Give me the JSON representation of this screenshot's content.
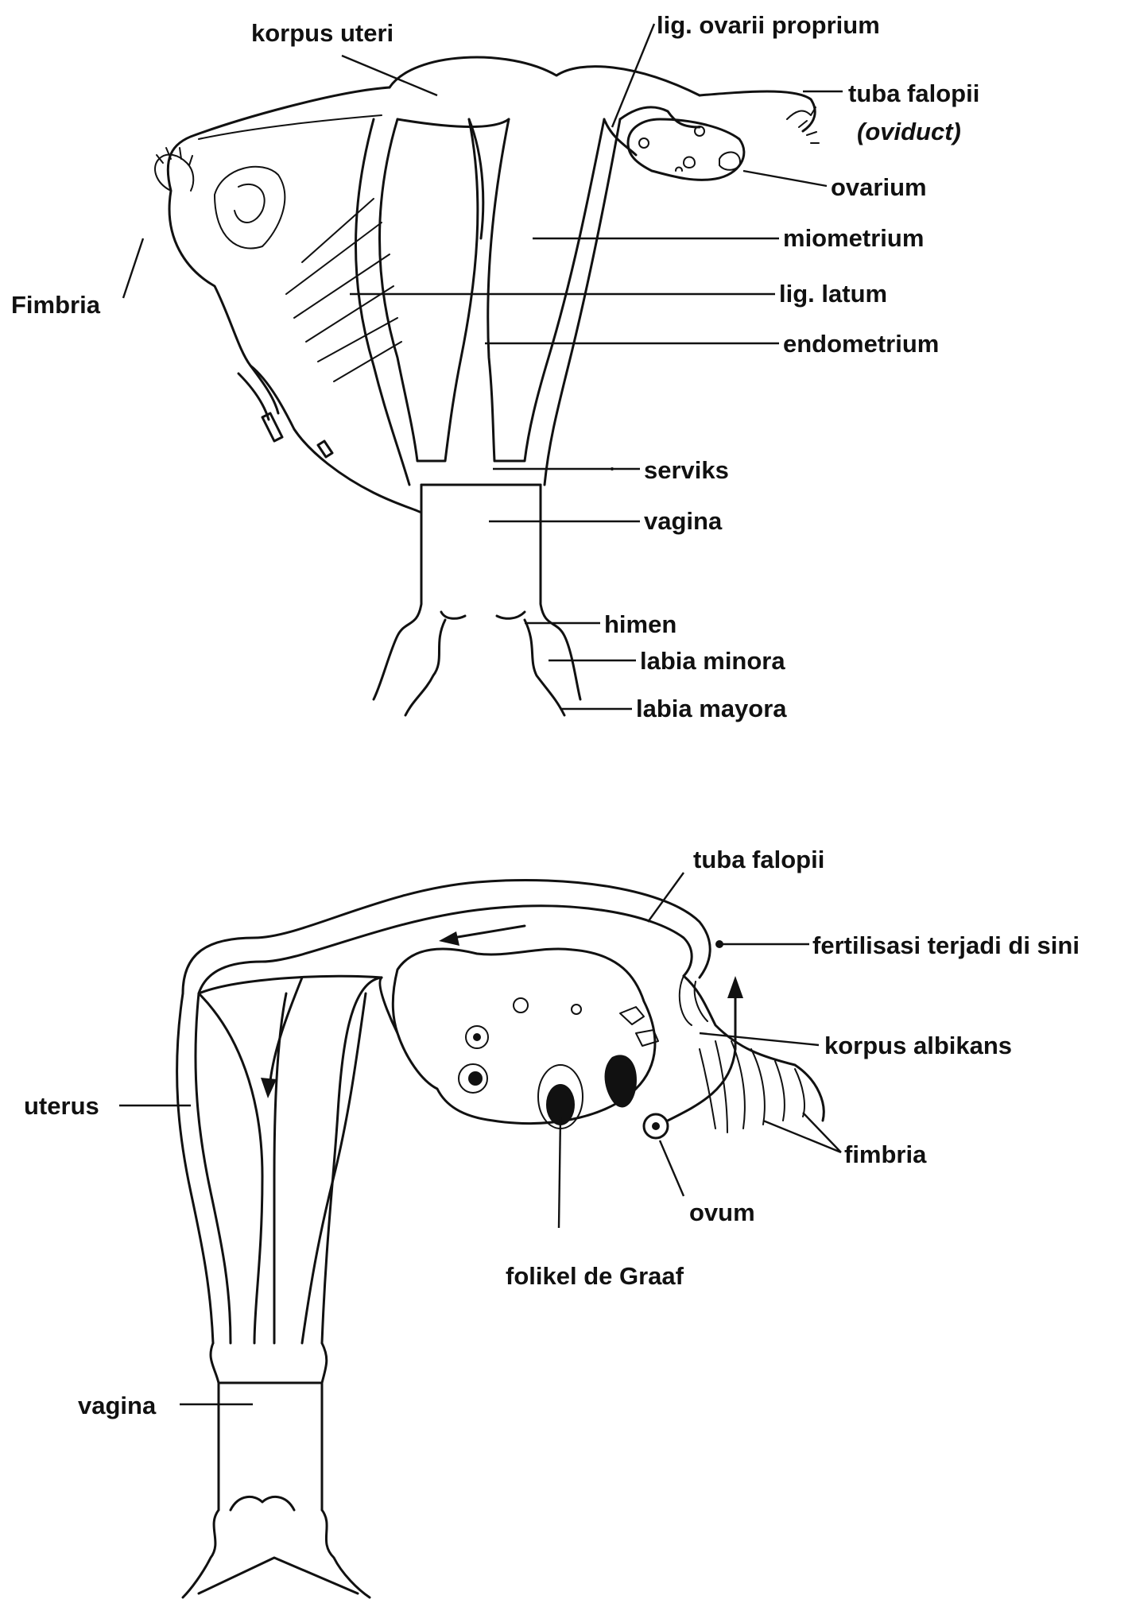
{
  "top_diagram": {
    "labels": {
      "korpus_uteri": "korpus uteri",
      "lig_ovarii_proprium": "lig. ovarii proprium",
      "tuba_falopii": "tuba falopii",
      "oviduct": "(oviduct)",
      "ovarium": "ovarium",
      "miometrium": "miometrium",
      "fimbria": "Fimbria",
      "lig_latum": "lig. latum",
      "endometrium": "endometrium",
      "serviks": "serviks",
      "vagina": "vagina",
      "himen": "himen",
      "labia_minora": "labia minora",
      "labia_mayora": "labia mayora"
    }
  },
  "bottom_diagram": {
    "labels": {
      "tuba_falopii": "tuba falopii",
      "fertilisasi": "fertilisasi terjadi di sini",
      "korpus_albikans": "korpus albikans",
      "uterus": "uterus",
      "fimbria": "fimbria",
      "ovum": "ovum",
      "folikel": "folikel de Graaf",
      "vagina": "vagina"
    }
  }
}
